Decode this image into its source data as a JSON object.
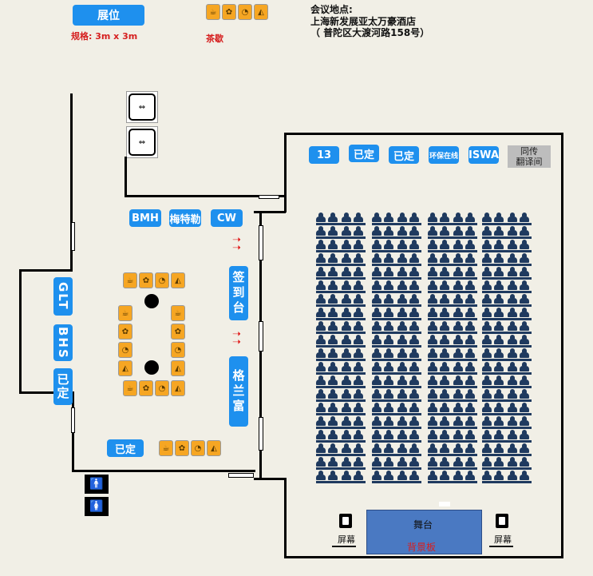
{
  "legend": {
    "booth_label": "展位",
    "booth_spec": "规格: 3m x 3m",
    "tea_label": "茶歇"
  },
  "venue": {
    "line1": "会议地点:",
    "line2": "上海新发展亚太万豪酒店",
    "line3": "（ 普陀区大渡河路158号）"
  },
  "booths": {
    "b13": "13",
    "reserved": "已定",
    "env": "环保在线",
    "iswa": "ISWA",
    "interp": "同传\n翻译间",
    "bmh": "BMH",
    "meiter": "梅特勒",
    "cw": "CW",
    "signin": "签到台",
    "glt": "GLT",
    "bhs": "BHS",
    "grundfos": "格兰富"
  },
  "stage": {
    "label": "舞台",
    "backdrop": "背景板",
    "screen": "屏幕"
  },
  "colors": {
    "booth": "#1e90ee",
    "seat": "#1f3a5f",
    "stage": "#4a79c2",
    "alert_text": "#d62020",
    "background": "#f1efe6"
  },
  "icons": {
    "tea": [
      "coffee-cup-icon",
      "fan-icon",
      "teacup-icon",
      "cake-icon"
    ],
    "restroom": [
      "male-restroom-icon",
      "female-restroom-icon"
    ],
    "elevator": "elevator-icon",
    "screen": "screen-icon"
  }
}
